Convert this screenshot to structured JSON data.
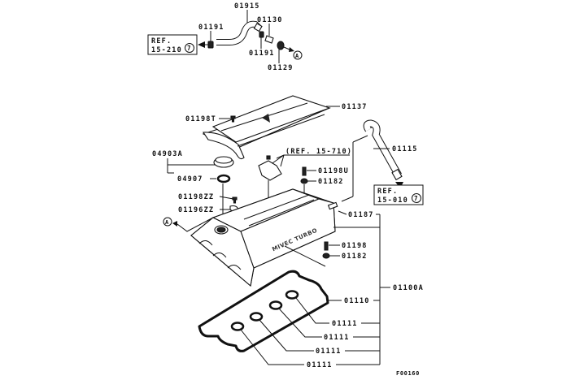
{
  "diagram": {
    "type": "exploded-parts-diagram",
    "subject": "Rocker cover assembly",
    "figure_code": "F00160",
    "labels": {
      "p01915": "01915",
      "p01191_left": "01191",
      "p01130": "01130",
      "p01191_right": "01191",
      "p01129": "01129",
      "p01137": "01137",
      "p01198T": "01198T",
      "p04903A": "04903A",
      "p04907": "04907",
      "p01198ZZ": "01198ZZ",
      "p01196ZZ": "01196ZZ",
      "p01115": "01115",
      "p01198U": "01198U",
      "p01182_top": "01182",
      "p01187": "01187",
      "p01198": "01198",
      "p01182_mid": "01182",
      "p01100A": "01100A",
      "p01110": "01110",
      "p01111_a": "01111",
      "p01111_b": "01111",
      "p01111_c": "01111",
      "p01111_d": "01111"
    },
    "references": {
      "ref_top_left": {
        "line1": "REF.",
        "line2": "15-210",
        "circle": "7"
      },
      "ref_right": {
        "line1": "REF.",
        "line2": "15-010",
        "circle": "7"
      },
      "ref_center": "(REF. 15-710)"
    },
    "connectors": {
      "a_top": "A",
      "a_left": "A"
    },
    "cover_text": "MIVEC TURBO"
  }
}
